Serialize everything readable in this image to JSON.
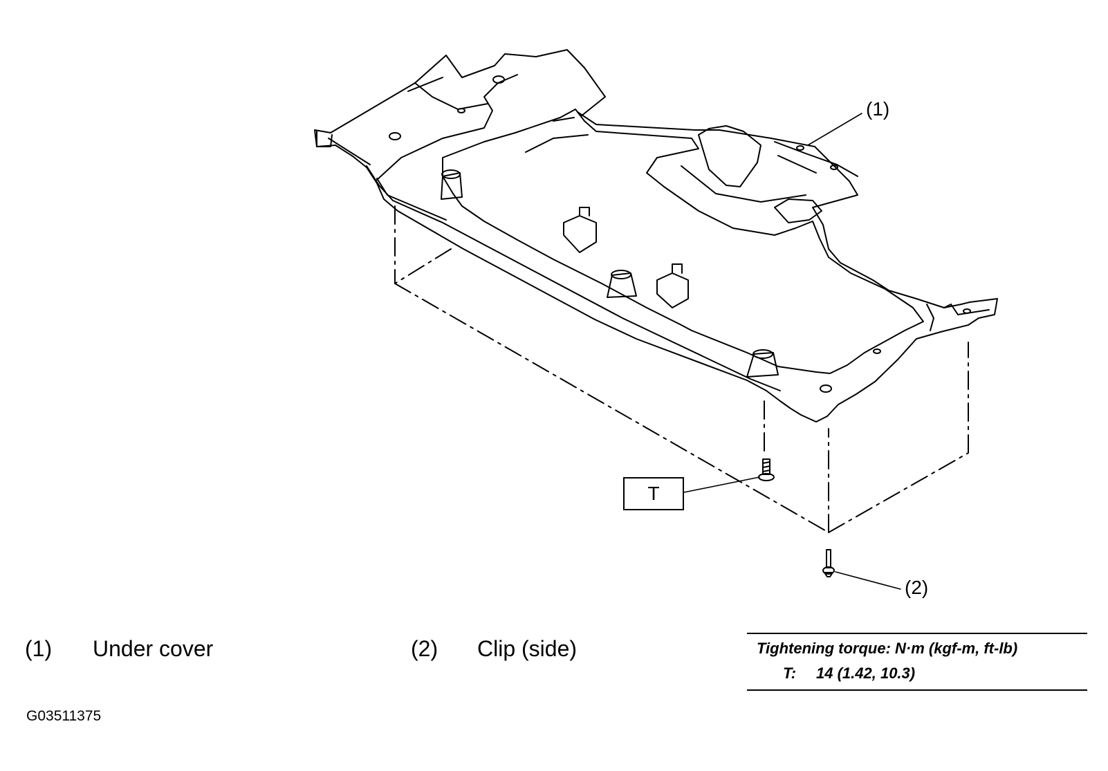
{
  "callouts": {
    "part1": "(1)",
    "part2": "(2)",
    "torque_symbol": "T"
  },
  "legend": [
    {
      "number": "(1)",
      "name": "Under cover"
    },
    {
      "number": "(2)",
      "name": "Clip (side)"
    }
  ],
  "torque_spec": {
    "header": "Tightening torque: N·m (kgf-m, ft-lb)",
    "symbol": "T:",
    "value": "14 (1.42, 10.3)"
  },
  "figure_id": "G03511375"
}
